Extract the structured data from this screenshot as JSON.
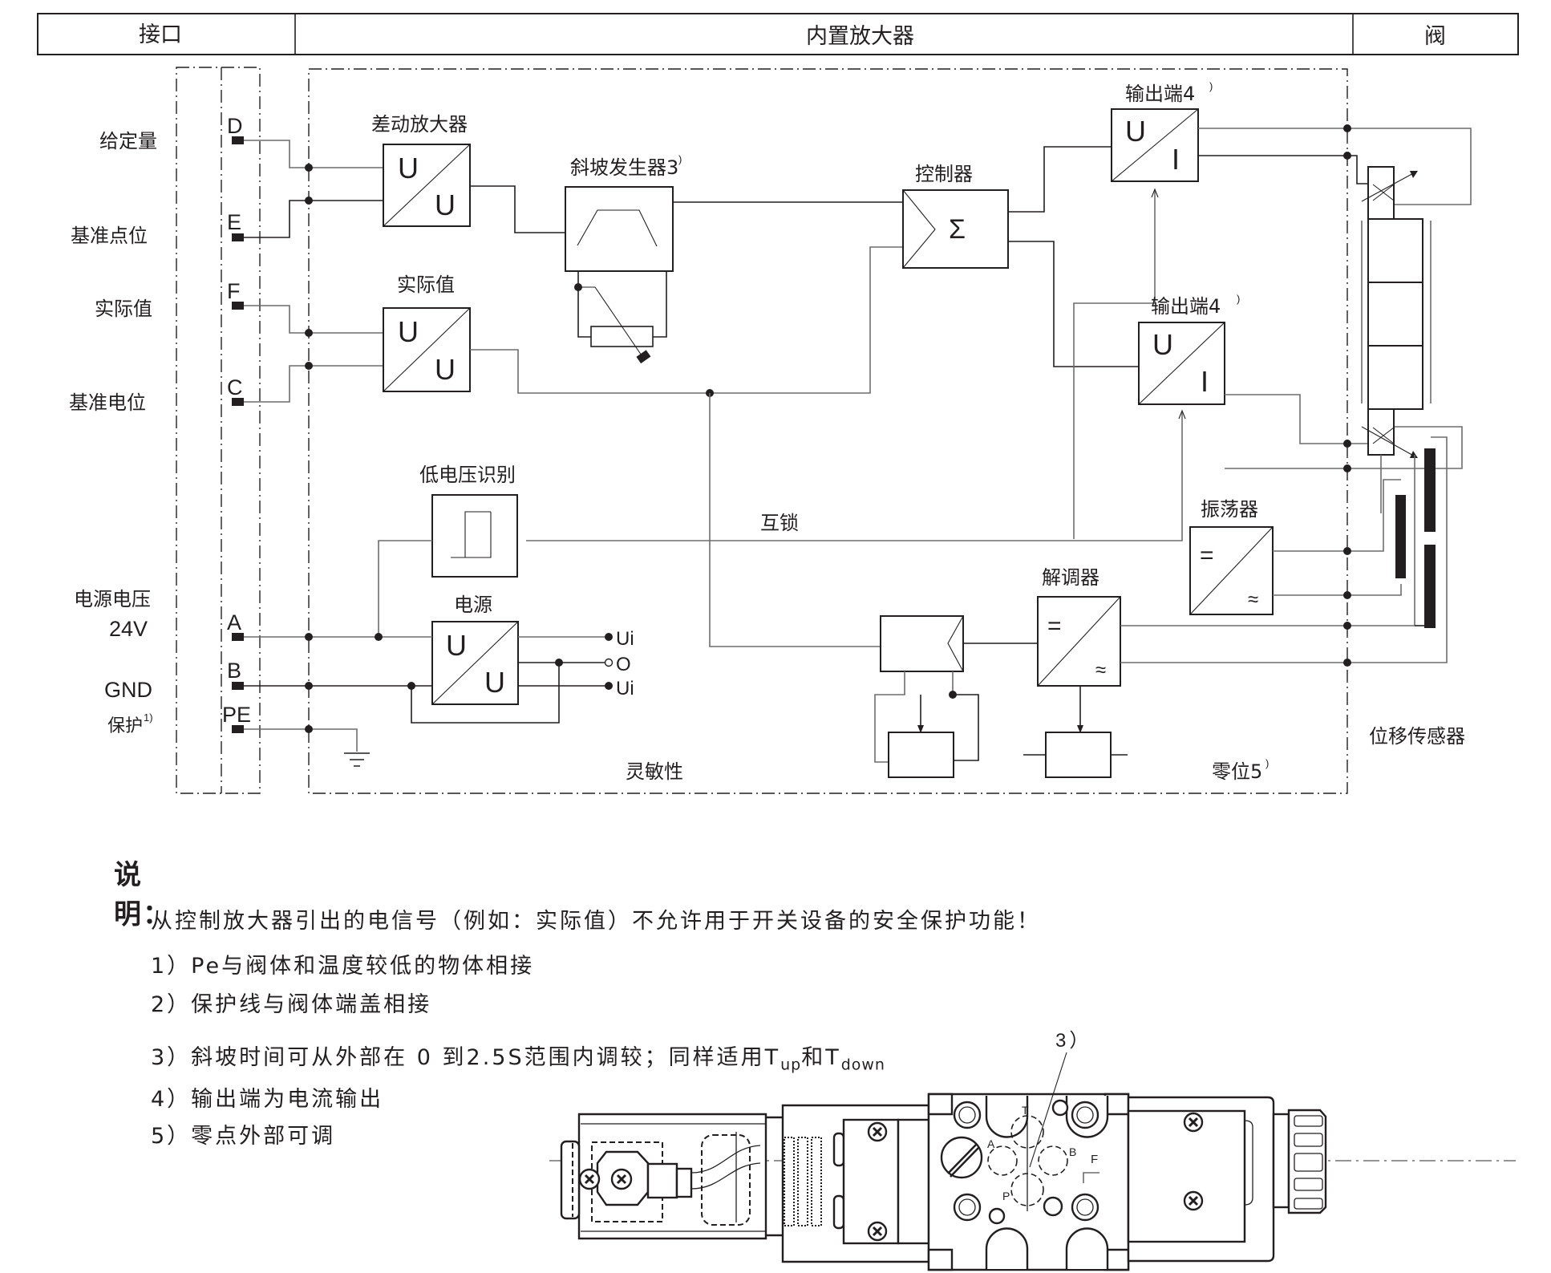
{
  "header": {
    "interface": "接口",
    "amplifier": "内置放大器",
    "valve": "阀"
  },
  "inputs": {
    "setpoint": "给定量",
    "ref_point": "基准点位",
    "actual": "实际值",
    "ref_potential": "基准电位",
    "supply": "电源电压",
    "supply_v": "24V",
    "gnd": "GND",
    "protect": "保护",
    "protect_sup": "1)"
  },
  "pins": {
    "d": "D",
    "e": "E",
    "f": "F",
    "c": "C",
    "a": "A",
    "b": "B",
    "pe": "PE"
  },
  "blocks": {
    "diff_amp": "差动放大器",
    "actual_val": "实际值",
    "ramp": "斜坡发生器3",
    "ramp_sup": ")",
    "controller": "控制器",
    "output1": "输出端4",
    "output2": "输出端4",
    "output_sup": ")",
    "low_voltage": "低电压识别",
    "power": "电源",
    "interlock": "互锁",
    "oscillator": "振荡器",
    "demodulator": "解调器",
    "sensitivity": "灵敏性",
    "zero": "零位5",
    "zero_sup": ")",
    "sensor": "位移传感器"
  },
  "symbols": {
    "u": "U",
    "i": "I",
    "sigma": "Σ",
    "eq": "=",
    "approx": "≈",
    "ui": "Ui",
    "o": "O"
  },
  "notes": {
    "title": "说明：",
    "warning": "从控制放大器引出的电信号（例如：实际值）不允许用于开关设备的安全保护功能！",
    "n1": "1）Pe与阀体和温度较低的物体相接",
    "n2": "2）保护线与阀体端盖相接",
    "n3_main": "3）斜坡时间可从外部在 0 到2.5S范围内调较；同样适用T",
    "n3_up": "up",
    "n3_and": "和T",
    "n3_down": "down",
    "n4": "4）输出端为电流输出",
    "n5": "5）零点外部可调"
  },
  "valve_drawing": {
    "callout": "3）",
    "port_a": "A",
    "port_b": "B",
    "port_t": "T",
    "port_p": "P",
    "port_f": "F"
  }
}
